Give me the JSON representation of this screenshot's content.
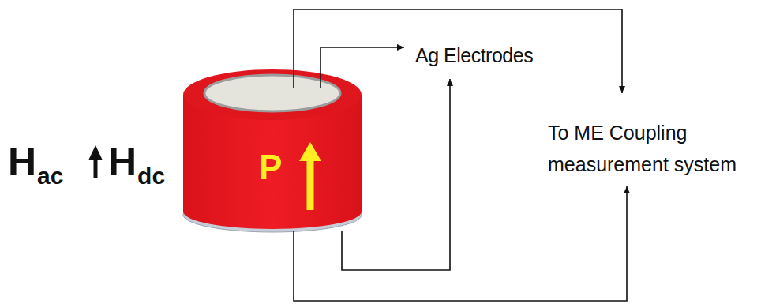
{
  "diagram": {
    "nodes": [
      {
        "text": [
          "P"
        ]
      }
    ],
    "labels": [
      "H",
      "ac",
      "H",
      "dc",
      "Ag Electrodes",
      "To ME Coupling measurement system"
    ]
  }
}
